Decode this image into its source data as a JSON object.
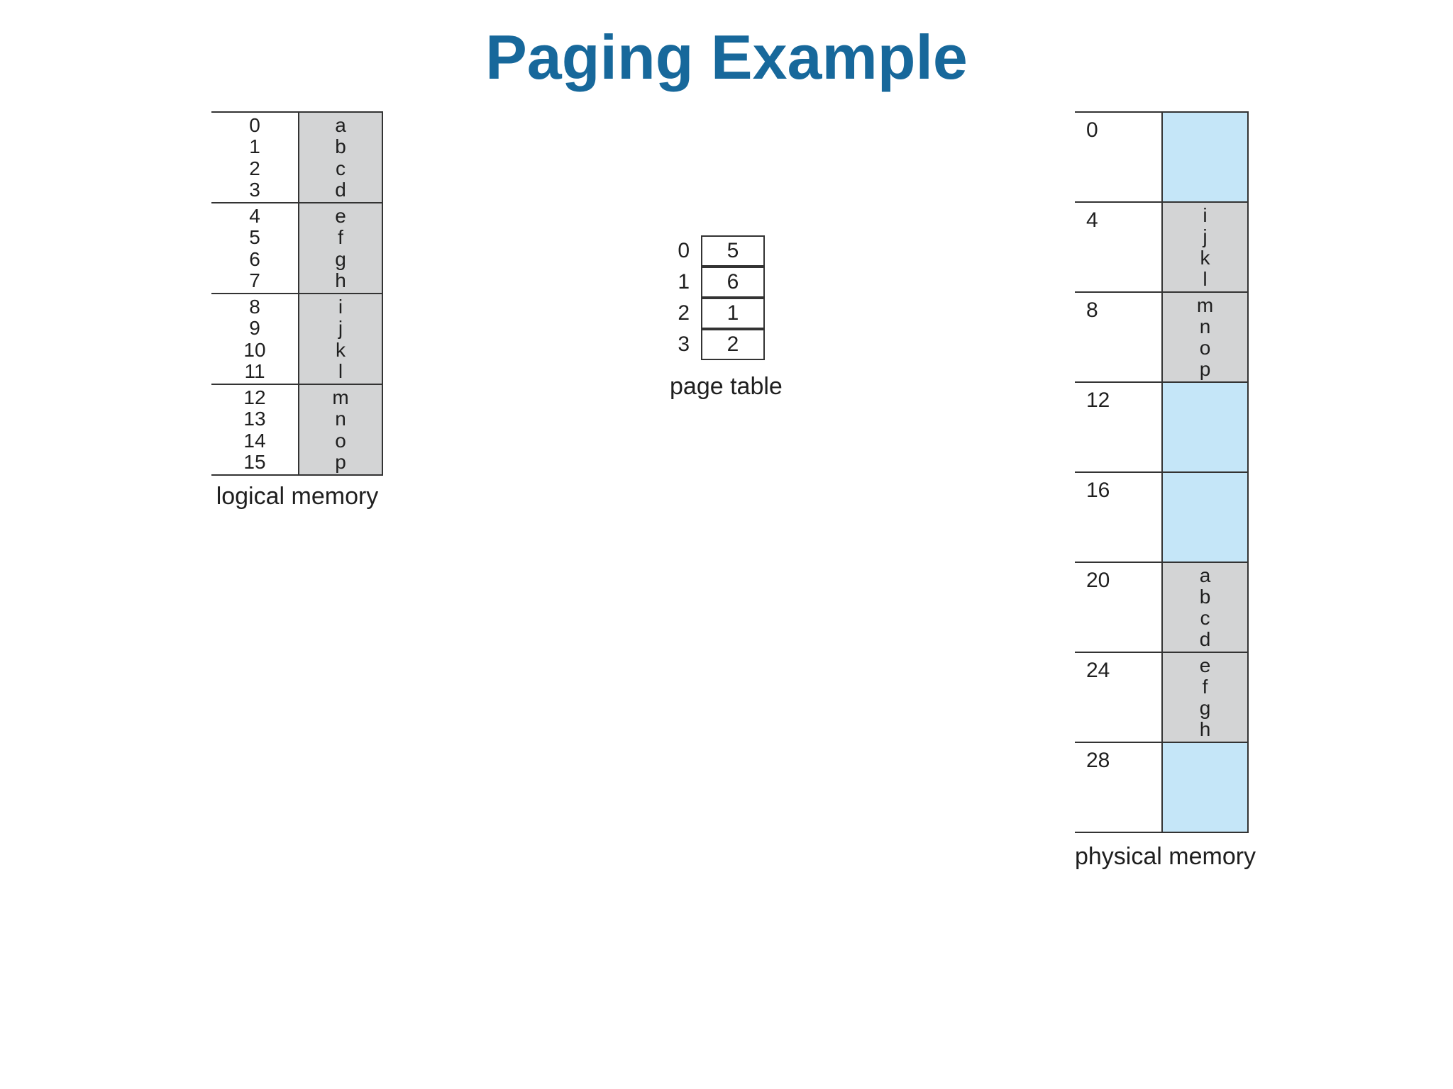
{
  "title": "Paging Example",
  "colors": {
    "title_color": "#17689B",
    "frame_gray": "#D3D4D5",
    "frame_blue": "#C5E6F8",
    "line_color": "#333333",
    "ink": "#1f1f1f"
  },
  "logical_memory": {
    "label": "logical memory",
    "pages": [
      {
        "addresses": [
          "0",
          "1",
          "2",
          "3"
        ],
        "letters": [
          "a",
          "b",
          "c",
          "d"
        ]
      },
      {
        "addresses": [
          "4",
          "5",
          "6",
          "7"
        ],
        "letters": [
          "e",
          "f",
          "g",
          "h"
        ]
      },
      {
        "addresses": [
          "8",
          "9",
          "10",
          "11"
        ],
        "letters": [
          "i",
          "j",
          "k",
          "l"
        ]
      },
      {
        "addresses": [
          "12",
          "13",
          "14",
          "15"
        ],
        "letters": [
          "m",
          "n",
          "o",
          "p"
        ]
      }
    ]
  },
  "page_table": {
    "label": "page table",
    "entries": [
      {
        "index": "0",
        "frame": "5"
      },
      {
        "index": "1",
        "frame": "6"
      },
      {
        "index": "2",
        "frame": "1"
      },
      {
        "index": "3",
        "frame": "2"
      }
    ]
  },
  "physical_memory": {
    "label": "physical memory",
    "frames": [
      {
        "address": "0",
        "letters": [],
        "state": "empty"
      },
      {
        "address": "4",
        "letters": [
          "i",
          "j",
          "k",
          "l"
        ],
        "state": "filled"
      },
      {
        "address": "8",
        "letters": [
          "m",
          "n",
          "o",
          "p"
        ],
        "state": "filled"
      },
      {
        "address": "12",
        "letters": [],
        "state": "empty"
      },
      {
        "address": "16",
        "letters": [],
        "state": "empty"
      },
      {
        "address": "20",
        "letters": [
          "a",
          "b",
          "c",
          "d"
        ],
        "state": "filled"
      },
      {
        "address": "24",
        "letters": [
          "e",
          "f",
          "g",
          "h"
        ],
        "state": "filled"
      },
      {
        "address": "28",
        "letters": [],
        "state": "empty"
      }
    ]
  }
}
